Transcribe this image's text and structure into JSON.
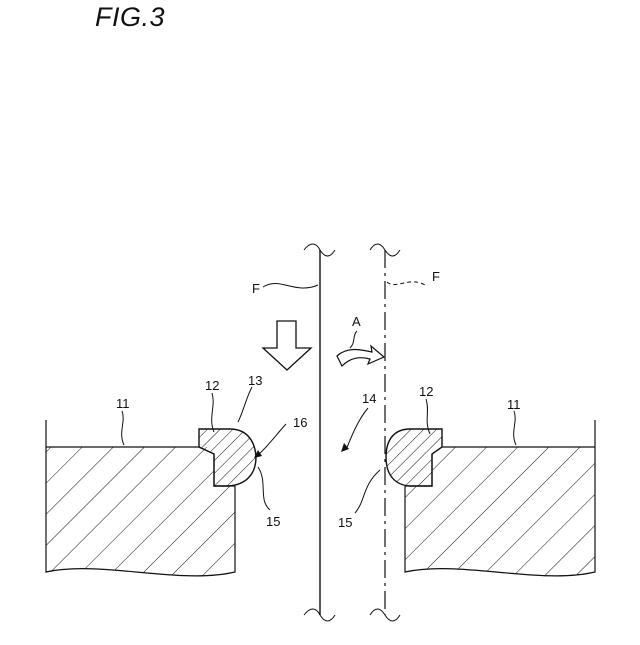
{
  "figure": {
    "title": "FIG.3"
  },
  "labels": {
    "film": "F",
    "film_moved": "F",
    "direction": "A",
    "body_left": "11",
    "body_right": "11",
    "step_left": "12",
    "step_right": "12",
    "edge": "13",
    "gap": "14",
    "surface_left": "15",
    "surface_right": "15",
    "tip": "16"
  },
  "colors": {
    "ink": "#111111",
    "paper": "#ffffff"
  }
}
